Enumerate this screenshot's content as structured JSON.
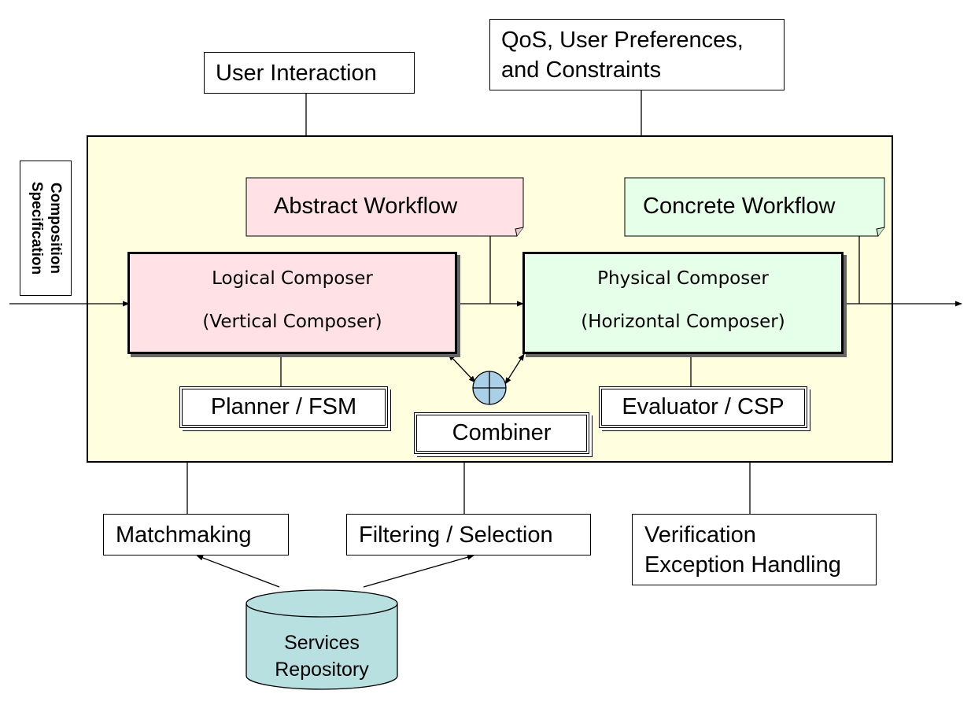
{
  "diagram": {
    "inputs": {
      "user_interaction": "User Interaction",
      "qos_line1": "QoS, User Preferences,",
      "qos_line2": "and Constraints",
      "composition_line1": "Composition",
      "composition_line2": "Specification"
    },
    "workflows": {
      "abstract": "Abstract Workflow",
      "concrete": "Concrete Workflow"
    },
    "composers": {
      "logical_title": "Logical Composer",
      "logical_sub": "(Vertical Composer)",
      "physical_title": "Physical Composer",
      "physical_sub": "(Horizontal Composer)"
    },
    "tools": {
      "planner": "Planner / FSM",
      "evaluator": "Evaluator / CSP",
      "combiner": "Combiner"
    },
    "outputs": {
      "matchmaking": "Matchmaking",
      "filtering": "Filtering / Selection",
      "verification_line1": "Verification",
      "verification_line2": "Exception Handling"
    },
    "repository": {
      "line1": "Services",
      "line2": "Repository"
    }
  },
  "colors": {
    "frame": "#ffffe0",
    "logical": "#ffe1e6",
    "physical": "#e6ffe8",
    "abstract_note": "#ffe1e6",
    "concrete_note": "#e6ffe8",
    "repository": "#b9e0e0",
    "combiner_node": "#aad0e8"
  }
}
